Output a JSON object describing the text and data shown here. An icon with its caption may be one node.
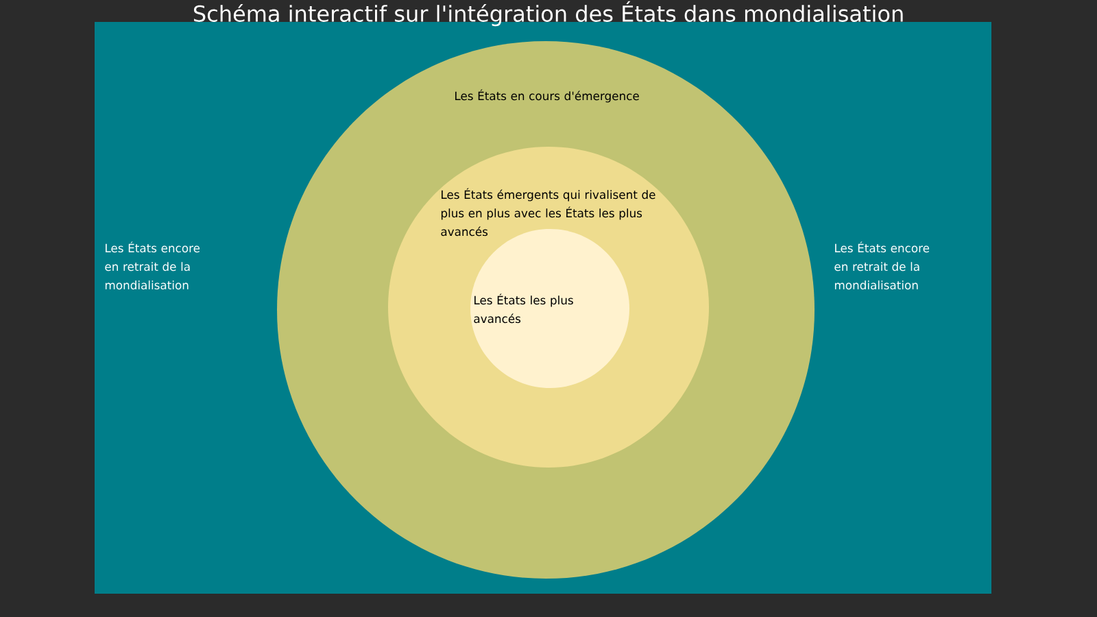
{
  "diagram": {
    "title": "Schéma interactif sur l'intégration des États dans mondialisation",
    "nodes": [
      {
        "text": [
          "Les États encore en retrait de la mondialisation",
          "Les États encore en retrait de la mondialisation"
        ]
      },
      {
        "text": [
          "Les États en cours d'émergence"
        ],
        "in": 0
      },
      {
        "text": [
          "Les États émergents qui rivalisent de plus en plus avec les États les plus avancés"
        ],
        "in": 1
      },
      {
        "text": [
          "Les États les plus avancés"
        ],
        "in": 2
      }
    ]
  }
}
